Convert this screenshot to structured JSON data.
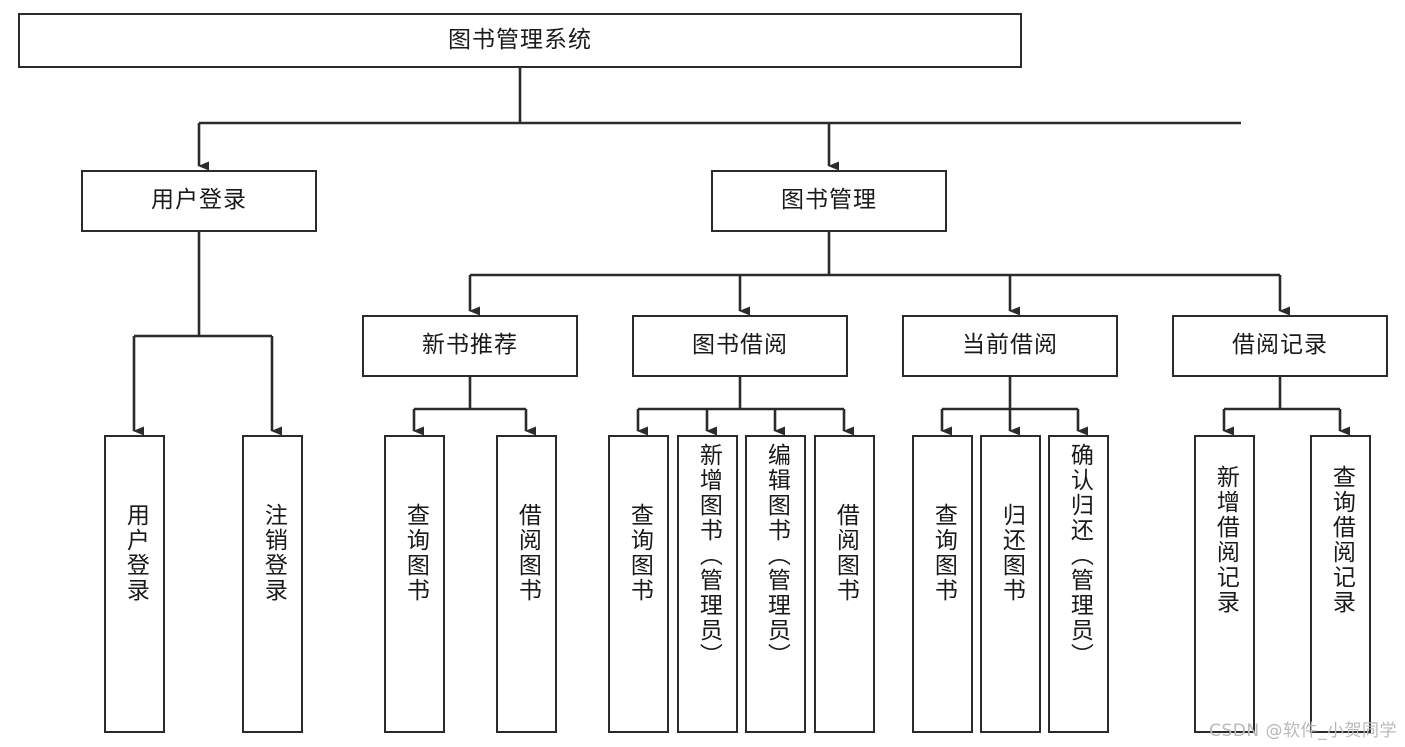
{
  "diagram": {
    "title": "图书管理系统",
    "type": "tree-structure-chart",
    "root": {
      "id": "root",
      "label": "图书管理系统"
    },
    "level2": [
      {
        "id": "user-login",
        "label": "用户登录"
      },
      {
        "id": "book-manage",
        "label": "图书管理"
      }
    ],
    "level3": [
      {
        "id": "new-book-recommend",
        "label": "新书推荐",
        "parent": "book-manage"
      },
      {
        "id": "book-borrow",
        "label": "图书借阅",
        "parent": "book-manage"
      },
      {
        "id": "current-borrow",
        "label": "当前借阅",
        "parent": "book-manage"
      },
      {
        "id": "borrow-record",
        "label": "借阅记录",
        "parent": "book-manage"
      }
    ],
    "leaves": {
      "user-login": [
        {
          "id": "leaf-user-login",
          "label": "用户登录"
        },
        {
          "id": "leaf-logout",
          "label": "注销登录"
        }
      ],
      "new-book-recommend": [
        {
          "id": "leaf-query-book-1",
          "label": "查询图书"
        },
        {
          "id": "leaf-borrow-book-1",
          "label": "借阅图书"
        }
      ],
      "book-borrow": [
        {
          "id": "leaf-query-book-2",
          "label": "查询图书"
        },
        {
          "id": "leaf-add-book",
          "label": "新增图书（管理员）"
        },
        {
          "id": "leaf-edit-book",
          "label": "编辑图书（管理员）"
        },
        {
          "id": "leaf-borrow-book-2",
          "label": "借阅图书"
        }
      ],
      "current-borrow": [
        {
          "id": "leaf-query-book-3",
          "label": "查询图书"
        },
        {
          "id": "leaf-return-book",
          "label": "归还图书"
        },
        {
          "id": "leaf-confirm-return",
          "label": "确认归还（管理员）"
        }
      ],
      "borrow-record": [
        {
          "id": "leaf-add-record",
          "label": "新增借阅记录"
        },
        {
          "id": "leaf-query-record",
          "label": "查询借阅记录"
        }
      ]
    }
  },
  "watermark": {
    "text": "CSDN @软件_小贺同学"
  },
  "colors": {
    "border": "#2b2b2b",
    "background": "#ffffff",
    "text": "#1a1a1a",
    "watermark": "#b9b9b9"
  }
}
